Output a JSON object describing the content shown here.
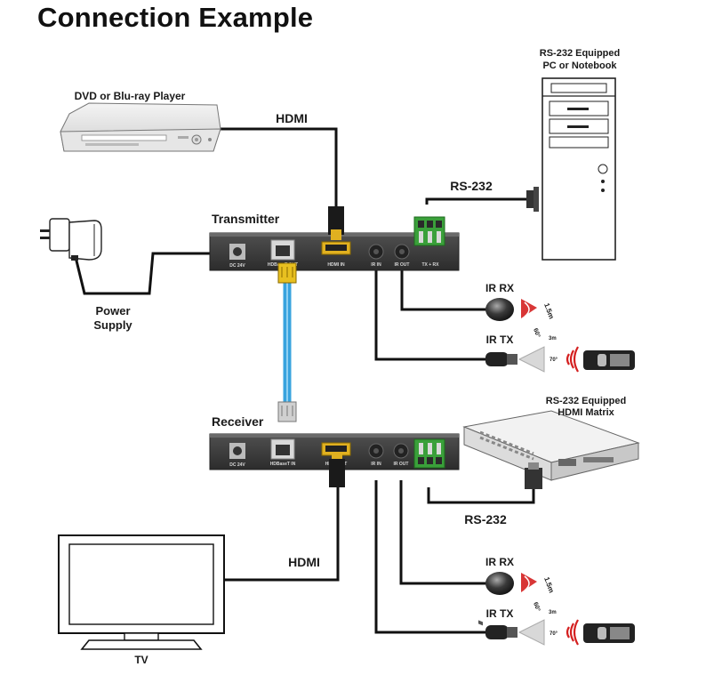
{
  "title": "Connection Example",
  "devices": {
    "dvd": "DVD or Blu-ray Player",
    "pc": [
      "RS-232 Equipped",
      "PC or Notebook"
    ],
    "power": [
      "Power",
      "Supply"
    ],
    "transmitter": "Transmitter",
    "receiver": "Receiver",
    "matrix": [
      "RS-232 Equipped",
      "HDMI Matrix"
    ],
    "tv": "TV"
  },
  "cables": {
    "hdmi_top": "HDMI",
    "rs232_top": "RS-232",
    "hdmi_bottom": "HDMI",
    "rs232_bottom": "RS-232"
  },
  "ir": {
    "rx_top": "IR RX",
    "tx_top": "IR TX",
    "rx_bottom": "IR RX",
    "tx_bottom": "IR TX",
    "range": "1.5m",
    "angle": "60°",
    "tx_range": "3m",
    "tx_angle": "70°"
  },
  "ports": {
    "tx": [
      "DC 24V",
      "HDBaseT OUT",
      "HDMI IN",
      "IR IN",
      "IR OUT",
      "TX + RX"
    ],
    "rx": [
      "DC 24V",
      "HDBaseT IN",
      "HDMI OUT",
      "IR IN",
      "IR OUT"
    ]
  },
  "colors": {
    "hdbaset_cable": "#38a3de",
    "rs232_terminal": "#3aa03a",
    "hdmi_connector": "#e0b020",
    "ir_wave": "#d42020",
    "device_body": "#3c3c3c"
  }
}
